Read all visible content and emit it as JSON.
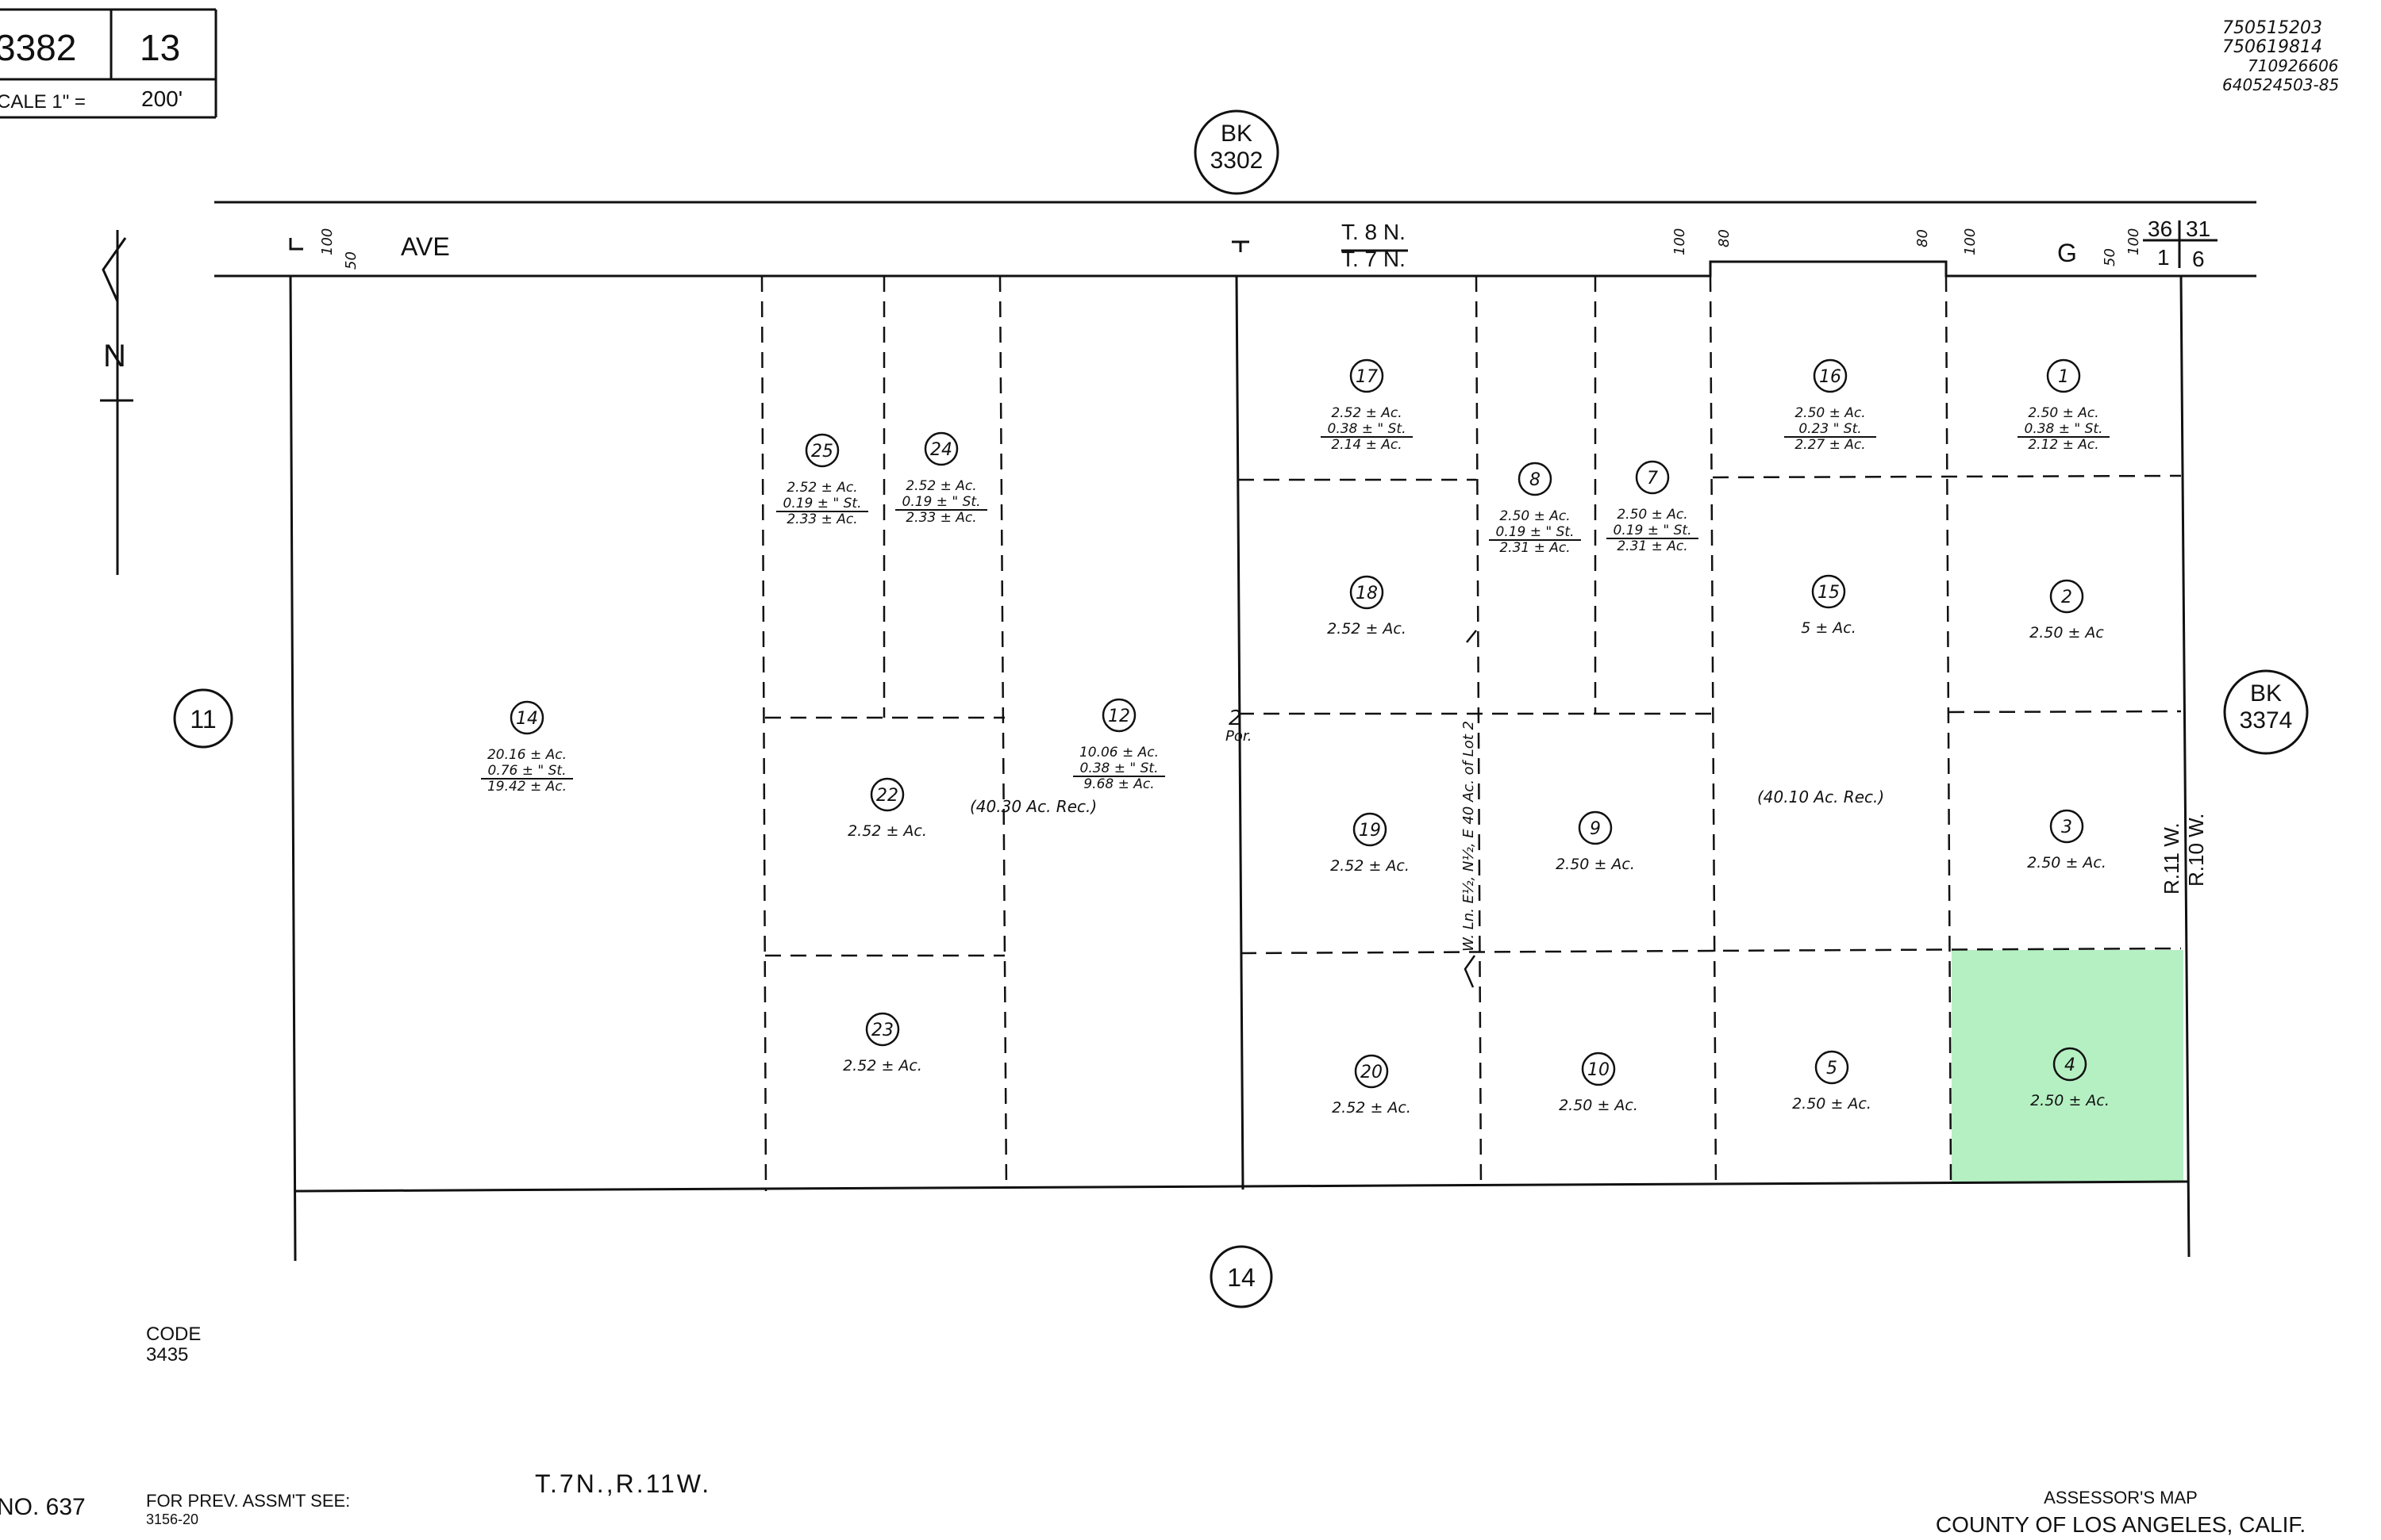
{
  "header": {
    "map_number": "3382",
    "page_number": "13",
    "scale_label": "CALE 1\" =",
    "scale_value": "200'",
    "revision_codes": [
      "750515203",
      "750619814",
      "710926606",
      "640524503-85"
    ]
  },
  "book_refs": {
    "north": {
      "label": "BK",
      "number": "3302"
    },
    "east": {
      "label": "BK",
      "number": "3374"
    },
    "west_page": "11",
    "south_page": "14"
  },
  "road_labels": {
    "north_road_left": "AVE",
    "north_road_right": "G",
    "dim_100_a": "100",
    "dim_50_a": "50",
    "dim_100_b": "100",
    "dim_80_a": "80",
    "dim_80_b": "80",
    "dim_100_c": "100",
    "dim_50_b": "50",
    "dim_100_d": "100"
  },
  "township": {
    "north": "T. 8 N.",
    "south": "T. 7 N."
  },
  "range": {
    "west": "R.11 W.",
    "east": "R.10 W."
  },
  "section_corner": {
    "nw": "36",
    "ne": "31",
    "sw": "1",
    "se": "6"
  },
  "compass": {
    "north_letter": "N"
  },
  "parcels": [
    {
      "number": "14",
      "lines": [
        "20.16 ± Ac.",
        "0.76 ± \" St.",
        "19.42 ± Ac."
      ],
      "highlight": false
    },
    {
      "number": "25",
      "lines": [
        "2.52 ± Ac.",
        "0.19 ± \" St.",
        "2.33 ± Ac."
      ],
      "highlight": false
    },
    {
      "number": "24",
      "lines": [
        "2.52 ± Ac.",
        "0.19 ± \" St.",
        "2.33 ± Ac."
      ],
      "highlight": false
    },
    {
      "number": "22",
      "lines": [
        "2.52 ± Ac."
      ],
      "highlight": false
    },
    {
      "number": "23",
      "lines": [
        "2.52 ± Ac."
      ],
      "highlight": false
    },
    {
      "number": "12",
      "lines": [
        "10.06 ± Ac.",
        "0.38 ± \" St.",
        "9.68 ± Ac."
      ],
      "highlight": false
    },
    {
      "number": "17",
      "lines": [
        "2.52 ± Ac.",
        "0.38 ± \" St.",
        "2.14 ± Ac."
      ],
      "highlight": false
    },
    {
      "number": "8",
      "lines": [
        "2.50 ± Ac.",
        "0.19 ± \" St.",
        "2.31 ± Ac."
      ],
      "highlight": false
    },
    {
      "number": "7",
      "lines": [
        "2.50 ± Ac.",
        "0.19 ± \" St.",
        "2.31 ± Ac."
      ],
      "highlight": false
    },
    {
      "number": "16",
      "lines": [
        "2.50 ± Ac.",
        "0.23 \" St.",
        "2.27 ± Ac."
      ],
      "highlight": false
    },
    {
      "number": "1",
      "lines": [
        "2.50 ± Ac.",
        "0.38 ± \" St.",
        "2.12 ± Ac."
      ],
      "highlight": false
    },
    {
      "number": "18",
      "lines": [
        "2.52 ± Ac."
      ],
      "highlight": false
    },
    {
      "number": "15",
      "lines": [
        "5 ± Ac."
      ],
      "highlight": false
    },
    {
      "number": "2",
      "lines": [
        "2.50 ± Ac"
      ],
      "highlight": false
    },
    {
      "number": "19",
      "lines": [
        "2.52 ± Ac."
      ],
      "highlight": false
    },
    {
      "number": "9",
      "lines": [
        "2.50 ± Ac."
      ],
      "highlight": false
    },
    {
      "number": "3",
      "lines": [
        "2.50 ± Ac."
      ],
      "highlight": false
    },
    {
      "number": "20",
      "lines": [
        "2.52 ± Ac."
      ],
      "highlight": false
    },
    {
      "number": "10",
      "lines": [
        "2.50 ± Ac."
      ],
      "highlight": false
    },
    {
      "number": "5",
      "lines": [
        "2.50 ± Ac."
      ],
      "highlight": false
    },
    {
      "number": "4",
      "lines": [
        "2.50 ± Ac."
      ],
      "highlight": true
    }
  ],
  "annotations": {
    "rec_left": "(40.30 Ac. Rec.)",
    "rec_right": "(40.10 Ac. Rec.)",
    "por_number": "2",
    "por_label": "Por.",
    "vertical_note": "W. Ln. E½, N½, E 40 Ac. of Lot 2"
  },
  "footer": {
    "code_label": "CODE",
    "code_value": "3435",
    "no_label": "NO. 637",
    "prev_label": "FOR PREV. ASSM'T SEE:",
    "prev_value": "3156-20",
    "township_range": "T.7N.,R.11W.",
    "assessor_line1": "ASSESSOR'S MAP",
    "assessor_line2": "COUNTY OF LOS ANGELES, CALIF."
  },
  "colors": {
    "ink": "#111111",
    "highlight": "#b5f0c3",
    "paper": "#ffffff"
  }
}
